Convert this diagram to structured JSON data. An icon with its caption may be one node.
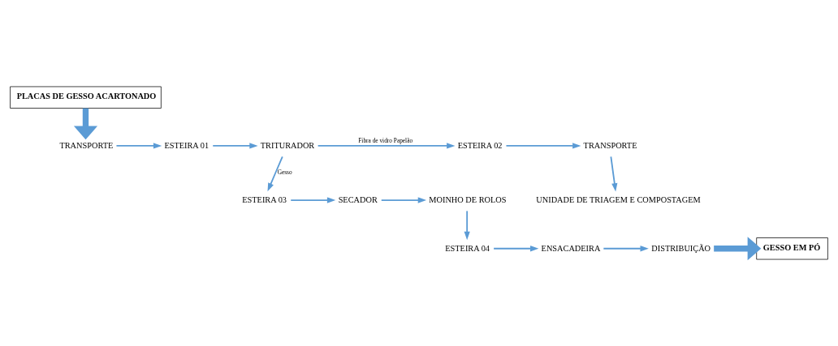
{
  "diagram": {
    "nodes": [
      {
        "text": [
          "PLACAS DE GESSO ACARTONADO"
        ]
      },
      {
        "text": [
          "TRANSPORTE"
        ]
      },
      {
        "text": [
          "ESTEIRA 01"
        ]
      },
      {
        "text": [
          "TRITURADOR"
        ]
      },
      {
        "text": [
          "ESTEIRA 02"
        ]
      },
      {
        "text": [
          "TRANSPORTE"
        ]
      },
      {
        "text": [
          "MOINHO DE ROLOS"
        ]
      },
      {
        "text": [
          "SECADOR"
        ]
      },
      {
        "text": [
          "ESTEIRA 03"
        ]
      },
      {
        "text": [
          "UNIDADE DE TRIAGEM E COMPOSTAGEM"
        ]
      },
      {
        "text": [
          "ESTEIRA 04"
        ]
      },
      {
        "text": [
          "ENSACADEIRA"
        ]
      },
      {
        "text": [
          "DISTRIBUIÇÃO"
        ]
      },
      {
        "text": [
          "GESSO EM PÓ"
        ]
      }
    ],
    "edges": [
      {
        "from": 0,
        "to": 1,
        "arrow": "to",
        "style": "thick"
      },
      {
        "from": 1,
        "to": 2,
        "arrow": "to"
      },
      {
        "from": 2,
        "to": 3,
        "arrow": "to"
      },
      {
        "from": 3,
        "to": 4,
        "arrow": "to",
        "label": "Fibra de vidro Papelão"
      },
      {
        "from": 4,
        "to": 5,
        "arrow": "to"
      },
      {
        "from": 5,
        "to": 9,
        "arrow": "to"
      },
      {
        "from": 3,
        "to": 8,
        "arrow": "to",
        "label": "Gesso"
      },
      {
        "from": 8,
        "to": 7,
        "arrow": "to"
      },
      {
        "from": 7,
        "to": 6,
        "arrow": "to"
      },
      {
        "from": 6,
        "to": 10,
        "arrow": "to"
      },
      {
        "from": 10,
        "to": 11,
        "arrow": "to"
      },
      {
        "from": 11,
        "to": 12,
        "arrow": "to"
      },
      {
        "from": 12,
        "to": 13,
        "arrow": "to",
        "style": "thick"
      }
    ]
  }
}
